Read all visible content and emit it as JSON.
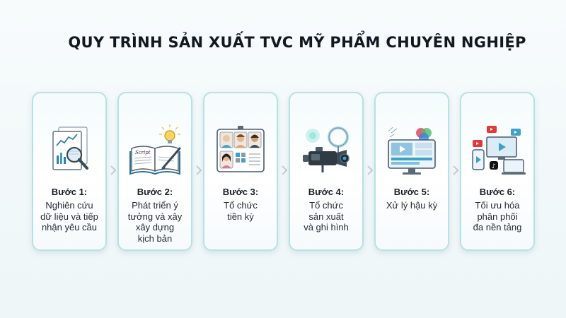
{
  "title": "QUY TRÌNH SẢN XUẤT TVC MỸ PHẨM CHUYÊN NGHIỆP",
  "accent_color": "#b8e1e3",
  "steps": [
    {
      "label": "Bước 1:",
      "lines": [
        "Nghiên cứu",
        "dữ liệu và tiếp",
        "nhận yêu cầu"
      ],
      "icon": "document-magnifier-icon"
    },
    {
      "label": "Bước 2:",
      "lines": [
        "Phát triển ý",
        "tưởng và xây",
        "xây dựng",
        "kịch bản"
      ],
      "icon": "open-book-lightbulb-icon",
      "icon_text": "Script"
    },
    {
      "label": "Bước 3:",
      "lines": [
        "Tổ chức",
        "tiền kỳ"
      ],
      "icon": "casting-board-icon"
    },
    {
      "label": "Bước 4:",
      "lines": [
        "Tổ chức",
        "sản xuất",
        "và ghi hình"
      ],
      "icon": "camera-ringlight-icon"
    },
    {
      "label": "Bước 5:",
      "lines": [
        "Xử lý hậu kỳ"
      ],
      "icon": "editing-monitor-icon"
    },
    {
      "label": "Bước 6:",
      "lines": [
        "Tối ưu hóa",
        "phân phối",
        "đa nền tảng"
      ],
      "icon": "multi-device-icon"
    }
  ]
}
